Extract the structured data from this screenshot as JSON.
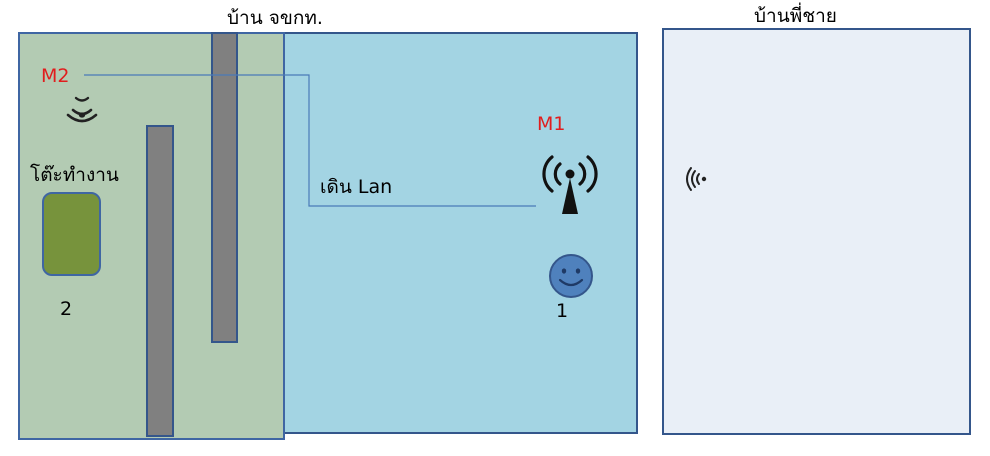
{
  "labels": {
    "main_house": "บ้าน จขกท.",
    "brother_house": "บ้านพี่ชาย",
    "m2": "M2",
    "m1": "M1",
    "lan": "เดิน Lan",
    "desk": "โต๊ะทำงาน",
    "position_1": "1",
    "position_2": "2"
  },
  "colors": {
    "main_house_fill": "#a3d4e3",
    "room_fill": "#b3cbb3",
    "brother_house_fill": "#e9eff7",
    "wall_fill": "#808080",
    "desk_fill": "#77933c",
    "border": "#34568b",
    "router_label": "#e11d1d",
    "face_fill": "#4f81bd"
  },
  "icons": {
    "m2": "wifi-signal-icon",
    "m1": "wireless-tower-icon",
    "brother": "wifi-signal-icon",
    "person": "smiley-face-icon"
  }
}
